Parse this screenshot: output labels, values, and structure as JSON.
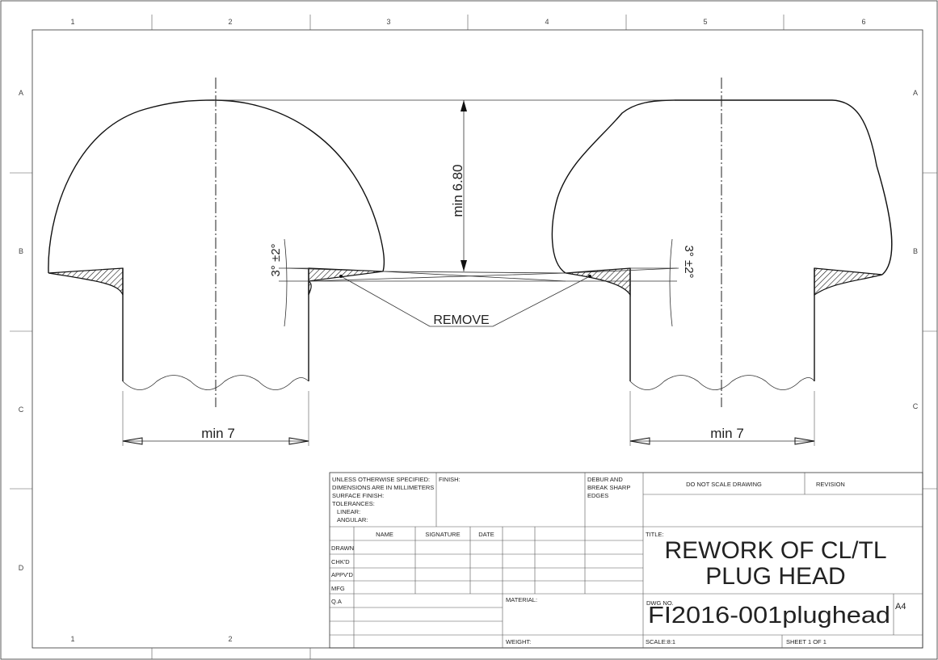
{
  "zones": {
    "columns": [
      "1",
      "2",
      "3",
      "4",
      "5",
      "6"
    ],
    "rows": [
      "A",
      "B",
      "C",
      "D"
    ],
    "bottom_columns": [
      "1",
      "2"
    ]
  },
  "annotations": {
    "height_dim": "min 6.80",
    "angle_left": "3° ±2°",
    "angle_right": "3° ±2°",
    "remove": "REMOVE",
    "width_left": "min 7",
    "width_right": "min 7"
  },
  "title_block": {
    "general_notes": [
      "UNLESS OTHERWISE SPECIFIED:",
      "DIMENSIONS ARE IN MILLIMETERS",
      "SURFACE FINISH:",
      "TOLERANCES:",
      "LINEAR:",
      "ANGULAR:"
    ],
    "finish_label": "FINISH:",
    "debur_lines": [
      "DEBUR AND",
      "BREAK SHARP",
      "EDGES"
    ],
    "do_not_scale": "DO NOT SCALE DRAWING",
    "revision_label": "REVISION",
    "col_headers": [
      "NAME",
      "SIGNATURE",
      "DATE"
    ],
    "row_labels": [
      "DRAWN",
      "CHK'D",
      "APPV'D",
      "MFG",
      "Q.A"
    ],
    "title_label": "TITLE:",
    "title_lines": [
      "REWORK OF CL/TL",
      "PLUG HEAD"
    ],
    "material_label": "MATERIAL:",
    "dwg_no_label": "DWG NO.",
    "dwg_no": "FI2016-001plughead",
    "size": "A4",
    "weight_label": "WEIGHT:",
    "scale": "SCALE:8:1",
    "sheet": "SHEET 1 OF 1"
  }
}
